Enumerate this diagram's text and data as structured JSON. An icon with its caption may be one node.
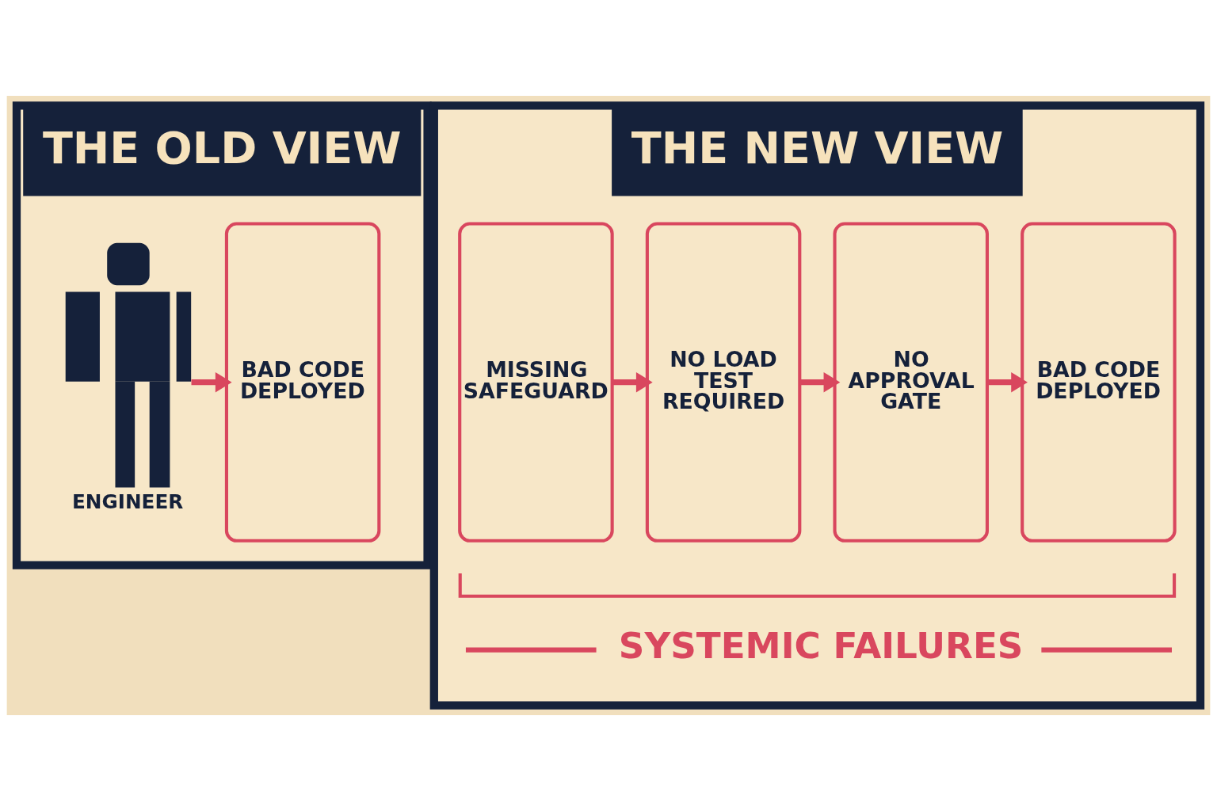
{
  "diagram": {
    "nodes": [
      {
        "text": [
          "THE OLD VIEW"
        ]
      },
      {
        "text": [],
        "shape": "person",
        "beside": [
          "ENGINEER"
        ],
        "in": 0
      },
      {
        "text": [
          "BAD CODE DEPLOYED"
        ],
        "in": 0
      },
      {
        "text": [
          "THE NEW VIEW"
        ]
      },
      {
        "text": [
          "MISSING SAFEGUARD"
        ],
        "in": 3
      },
      {
        "text": [
          "NO LOAD TEST REQUIRED"
        ],
        "in": 3
      },
      {
        "text": [
          "NO APPROVAL GATE"
        ],
        "in": 3
      },
      {
        "text": [
          "BAD CODE DEPLOYED"
        ],
        "in": 3
      }
    ],
    "edges": [
      {
        "from": 1,
        "to": 2,
        "arrow": "to"
      },
      {
        "from": 4,
        "to": 5,
        "arrow": "to"
      },
      {
        "from": 5,
        "to": 6,
        "arrow": "to"
      },
      {
        "from": 6,
        "to": 7,
        "arrow": "to"
      }
    ],
    "labels": [
      "SYSTEMIC FAILURES"
    ]
  }
}
